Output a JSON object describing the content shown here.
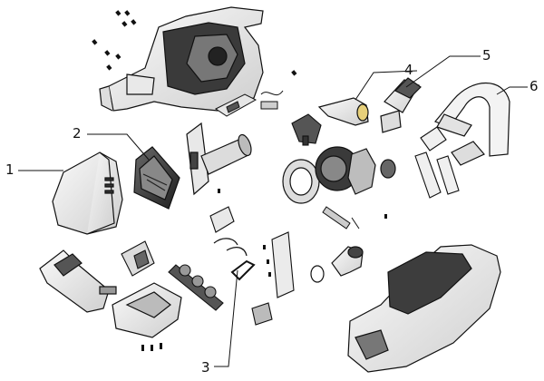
{
  "callouts": [
    {
      "id": "1",
      "label": "1"
    },
    {
      "id": "2",
      "label": "2"
    },
    {
      "id": "3",
      "label": "3"
    },
    {
      "id": "4",
      "label": "4"
    },
    {
      "id": "5",
      "label": "5"
    },
    {
      "id": "6",
      "label": "6"
    }
  ],
  "colors": {
    "line": "#111111",
    "part_fill": "#f4f4f4",
    "part_dark": "#2b2b2b",
    "part_mid": "#9a9a9a"
  }
}
